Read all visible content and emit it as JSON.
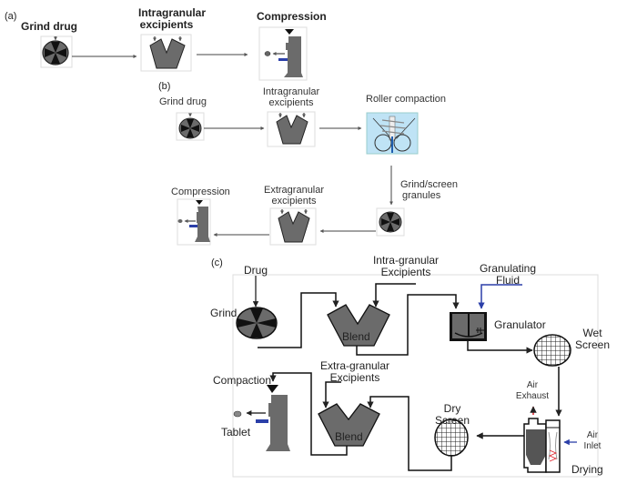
{
  "panel_a": {
    "tag": "(a)",
    "steps": [
      {
        "label": "Grind drug",
        "icon": "grinder-icon"
      },
      {
        "label_line1": "Intragranular",
        "label_line2": "excipients",
        "icon": "v-blender-icon"
      },
      {
        "label": "Compression",
        "icon": "tablet-press-icon"
      }
    ]
  },
  "panel_b": {
    "tag": "(b)",
    "steps": [
      {
        "label": "Grind drug",
        "icon": "grinder-icon"
      },
      {
        "label_line1": "Intragranular",
        "label_line2": "excipients",
        "icon": "v-blender-icon"
      },
      {
        "label": "Roller compaction",
        "icon": "roller-compactor-icon"
      },
      {
        "label_line1": "Grind/screen",
        "label_line2": "granules",
        "icon": "grinder-icon"
      },
      {
        "label_line1": "Extragranular",
        "label_line2": "excipients",
        "icon": "v-blender-icon"
      },
      {
        "label": "Compression",
        "icon": "tablet-press-icon"
      }
    ]
  },
  "panel_c": {
    "tag": "(c)",
    "labels": {
      "drug": "Drug",
      "grind": "Grind",
      "intra_line1": "Intra-granular",
      "intra_line2": "Excipients",
      "blend1": "Blend",
      "fluid_line1": "Granulating",
      "fluid_line2": "Fluid",
      "granulator": "Granulator",
      "wet_line1": "Wet",
      "wet_line2": "Screen",
      "exhaust_line1": "Air",
      "exhaust_line2": "Exhaust",
      "inlet_line1": "Air",
      "inlet_line2": "Inlet",
      "drying": "Drying",
      "dry_line1": "Dry",
      "dry_line2": "Screen",
      "extra_line1": "Extra-granular",
      "extra_line2": "Excipients",
      "blend2": "Blend",
      "compaction": "Compaction",
      "tablet": "Tablet"
    }
  },
  "colors": {
    "equipment_fill": "#6b6b6b",
    "roller_bg": "#bfe3f5",
    "fluid_line": "#2b3fa8",
    "exhaust_arrow": "#e0202a",
    "inlet_arrow": "#2b3fa8"
  }
}
